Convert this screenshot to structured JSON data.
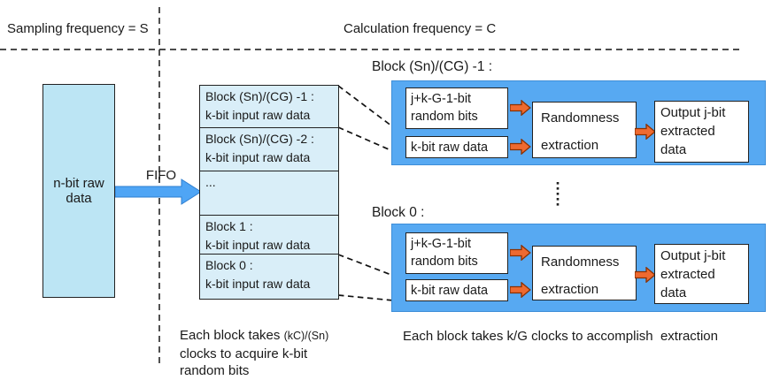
{
  "header": {
    "left_label": "Sampling frequency = S",
    "right_label": "Calculation frequency = C"
  },
  "source_box": {
    "label": "n-bit raw data"
  },
  "fifo": {
    "label": "FIFO"
  },
  "fifo_stack": {
    "rows": [
      {
        "line1": "Block (Sn)/(CG) -1 :",
        "line2": "k-bit input raw data"
      },
      {
        "line1": "Block (Sn)/(CG) -2 :",
        "line2": "k-bit input raw data"
      },
      {
        "line1": "...",
        "line2": ""
      },
      {
        "line1": "Block 1 :",
        "line2": "k-bit input raw data"
      },
      {
        "line1": "Block 0 :",
        "line2": "k-bit input raw data"
      }
    ]
  },
  "block_groups": [
    {
      "title": "Block (Sn)/(CG) -1 :",
      "random_bits_line1": "j+k-G-1-bit",
      "random_bits_line2": "random bits",
      "raw_data_label": "k-bit raw data",
      "extraction_line1": "Randomness",
      "extraction_line2": "extraction",
      "output_line1": "Output j-bit",
      "output_line2": "extracted",
      "output_line3": "data"
    },
    {
      "title": "Block 0 :",
      "random_bits_line1": "j+k-G-1-bit",
      "random_bits_line2": "random bits",
      "raw_data_label": "k-bit raw data",
      "extraction_line1": "Randomness",
      "extraction_line2": "extraction",
      "output_line1": "Output j-bit",
      "output_line2": "extracted",
      "output_line3": "data"
    }
  ],
  "captions": {
    "left_line1_prefix": "Each block takes ",
    "left_line1_formula": "(kC)/(Sn)",
    "left_line2": "clocks to acquire k-bit",
    "left_line3": "random bits",
    "right": "Each block takes k/G clocks to accomplish  extraction"
  },
  "colors": {
    "group_fill": "#57a9f2",
    "group_border": "#3e8ed8",
    "stack_fill": "#d9eef8",
    "source_fill": "#bce5f4",
    "flow_arrow_orange": "#ee6a30",
    "fifo_arrow_blue": "#4fa5f5",
    "box_border": "#222222",
    "dashed_line": "#333333"
  }
}
